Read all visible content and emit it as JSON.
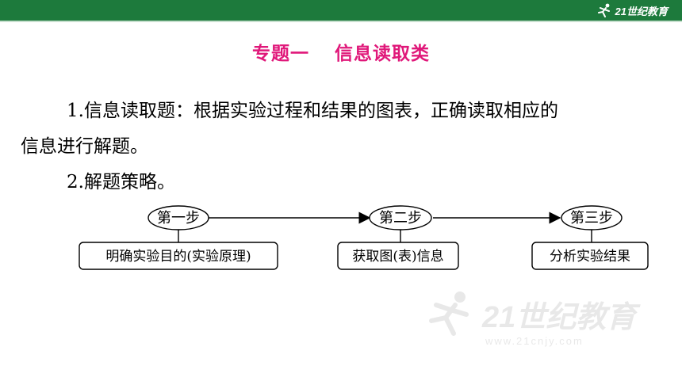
{
  "header": {
    "logo_text": "21世纪教育",
    "logo_icon": "runner-icon"
  },
  "title": {
    "part1": "专题一",
    "part2": "信息读取类"
  },
  "paragraphs": {
    "p1_line1": "1.信息读取题：根据实验过程和结果的图表，正确读取相应的",
    "p1_line2": "信息进行解题。",
    "p2": "2.解题策略。"
  },
  "flow": {
    "steps": [
      "第一步",
      "第二步",
      "第三步"
    ],
    "boxes": [
      "明确实验目的(实验原理)",
      "获取图(表)信息",
      "分析实验结果"
    ]
  },
  "watermark": {
    "text": "21世纪教育",
    "url": "www.21cnjy.com",
    "icon": "runner-icon"
  },
  "colors": {
    "header": "#1d7a3c",
    "title": "#e0187a"
  }
}
